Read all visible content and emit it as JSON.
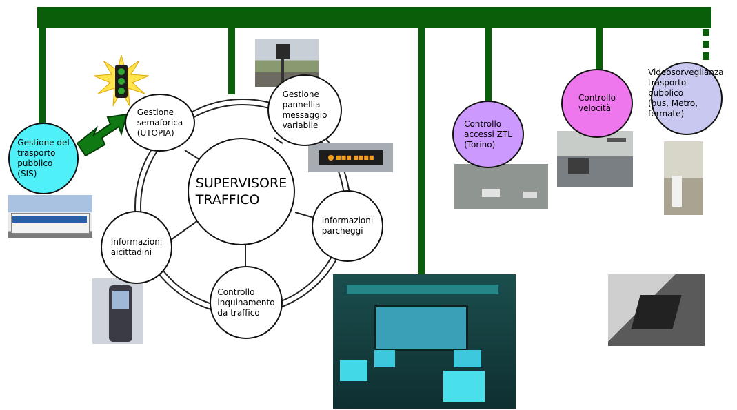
{
  "center": {
    "label_line1": "SUPERVISORE",
    "label_line2": "TRAFFICO"
  },
  "nodes": {
    "semaforica": [
      "Gestione",
      "semaforica",
      "(UTOPIA)"
    ],
    "pannelli": [
      "Gestione",
      "pannellia",
      "messaggio",
      "variabile"
    ],
    "parcheggi": [
      "Informazioni",
      "parcheggi"
    ],
    "inquinamento": [
      "Controllo",
      "inquinamento",
      "da traffico"
    ],
    "cittadini": [
      "Informazioni",
      "aicittadini"
    ],
    "trasporto": [
      "Gestione del",
      "trasporto",
      "pubblico",
      "(SIS)"
    ],
    "ztl": [
      "Controllo",
      "accessi ZTL",
      "(Torino)"
    ],
    "velocita": [
      "Controllo",
      "velocità"
    ],
    "videosorveglianza": [
      "Videosorveglianza",
      "trasporto",
      "pubblico",
      "(bus, Metro,",
      "fermate)"
    ]
  },
  "panel_sign": {
    "text": "⬤ ■■■ ■■■■"
  },
  "colors": {
    "bus_bar": "#0a5e0a",
    "trasporto_fill": "#4ff0f7",
    "ztl_fill": "#cc99ff",
    "velocita_fill": "#ee77ee",
    "video_fill": "#c8c8f0",
    "arrow": "#0f7a14"
  },
  "icons": [
    "traffic-light-icon"
  ]
}
